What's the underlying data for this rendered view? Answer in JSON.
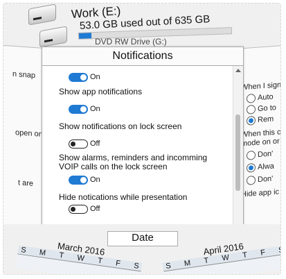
{
  "drive": {
    "title": "Work (E:)",
    "usage": "53.0 GB used out of 635 GB",
    "fill_fraction": 0.083,
    "dvd": "DVD RW Drive (G:)"
  },
  "left_panel": {
    "lines": [
      "n snap",
      "open on",
      "t are"
    ]
  },
  "right_panel": {
    "heading1": "When I sign",
    "options1": [
      {
        "label": "Auto",
        "checked": false
      },
      {
        "label": "Go to",
        "checked": false
      },
      {
        "label": "Rem",
        "checked": true
      }
    ],
    "heading2": "When this c",
    "heading2b": "mode on or",
    "options2": [
      {
        "label": "Don'",
        "checked": false
      },
      {
        "label": "Alwa",
        "checked": true
      },
      {
        "label": "Don'",
        "checked": false
      }
    ],
    "heading3": "Hide app ic"
  },
  "notifications": {
    "title": "Notifications",
    "first_state": "On",
    "items": [
      {
        "label": "Show app notifications",
        "state": "On"
      },
      {
        "label": "Show notifications on lock screen",
        "state": "Off"
      },
      {
        "label": "Show alarms, reminders and incomming VOIP calls on the lock screen",
        "state": "On"
      },
      {
        "label": "Hide notications while presentation",
        "state": "Off"
      }
    ]
  },
  "date": {
    "title": "Date",
    "month_left": "March 2016",
    "month_right": "April 2016",
    "day_headers_left": [
      "S",
      "M",
      "T",
      "W",
      "T",
      "F",
      "S"
    ],
    "day_headers_right": [
      "S",
      "M",
      "T",
      "W",
      "T",
      "F",
      "S"
    ]
  }
}
